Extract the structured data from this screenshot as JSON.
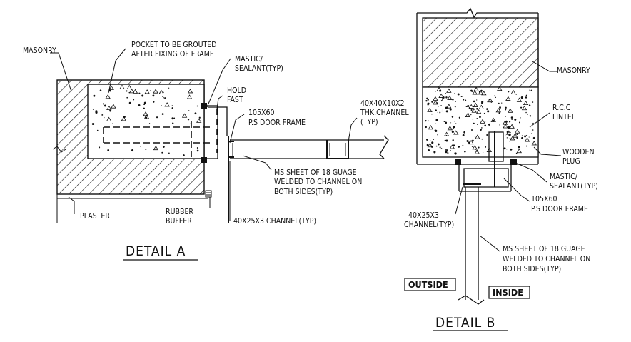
{
  "detail_a": {
    "title": "DETAIL  A",
    "labels": {
      "masonry": "MASONRY",
      "pocket_1": "POCKET TO BE GROUTED",
      "pocket_2": "AFTER FIXING OF FRAME",
      "mastic_1": "MASTIC/",
      "mastic_2": "SEALANT(TYP)",
      "hold_1": "HOLD",
      "hold_2": "FAST",
      "frame_1": "105X60",
      "frame_2": "P.S DOOR FRAME",
      "tchannel_1": "40X40X10X2",
      "tchannel_2": "THK.CHANNEL",
      "tchannel_3": "(TYP)",
      "sheet_1": "MS SHEET OF 18 GUAGE",
      "sheet_2": "WELDED TO CHANNEL ON",
      "sheet_3": "BOTH SIDES(TYP)",
      "plaster": "PLASTER",
      "rubber_1": "RUBBER",
      "rubber_2": "BUFFER",
      "channel": "40X25X3 CHANNEL(TYP)"
    }
  },
  "detail_b": {
    "title": "DETAIL  B",
    "labels": {
      "masonry": "MASONRY",
      "rcc_1": "R.C.C",
      "rcc_2": "LINTEL",
      "plug_1": "WOODEN",
      "plug_2": "PLUG",
      "mastic_1": "MASTIC/",
      "mastic_2": "SEALANT(TYP)",
      "frame_1": "105X60",
      "frame_2": "P.S DOOR FRAME",
      "channel_1": "40X25X3",
      "channel_2": "CHANNEL(TYP)",
      "sheet_1": "MS SHEET OF 18 GUAGE",
      "sheet_2": "WELDED TO CHANNEL ON",
      "sheet_3": "BOTH SIDES(TYP)",
      "outside": "OUTSIDE",
      "inside": "INSIDE"
    }
  },
  "colors": {
    "ink": "#111111",
    "paper": "#ffffff"
  }
}
